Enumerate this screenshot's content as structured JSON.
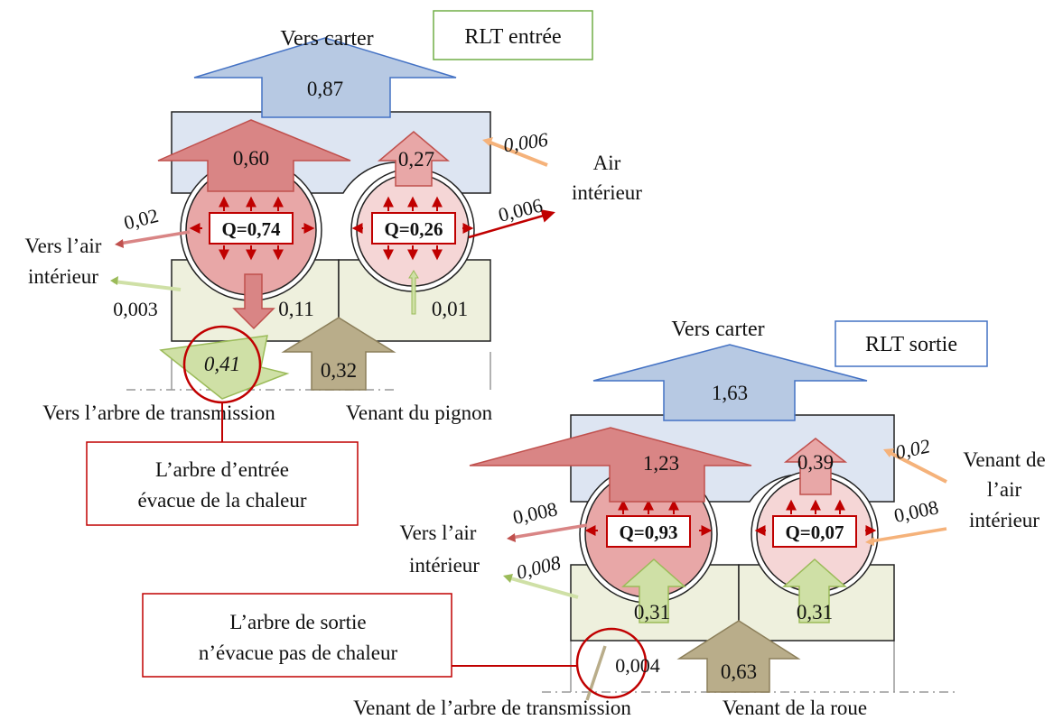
{
  "entree": {
    "title": "RLT entrée",
    "top_label": "Vers carter",
    "top_flow": "0,87",
    "left_bearing_flow": "0,60",
    "right_bearing_flow": "0,27",
    "q_left": "Q=0,74",
    "q_right": "Q=0,26",
    "carter_side_flow": "0,006",
    "right_air_flow": "0,006",
    "right_air_label_1": "Air",
    "right_air_label_2": "intérieur",
    "left_air_top_flow": "0,02",
    "left_air_label_1": "Vers l’air",
    "left_air_label_2": "intérieur",
    "left_air_bottom_flow": "0,003",
    "down_flow": "0,11",
    "right_bottom_flow": "0,01",
    "shaft_flow": "0,41",
    "pinion_flow": "0,32",
    "shaft_label": "Vers l’arbre de transmission",
    "pinion_label": "Venant du pignon",
    "callout_1": "L’arbre d’entrée",
    "callout_2": "évacue de la chaleur"
  },
  "sortie": {
    "title": "RLT sortie",
    "top_label": "Vers carter",
    "top_flow": "1,63",
    "left_bearing_flow": "1,23",
    "right_bearing_flow": "0,39",
    "q_left": "Q=0,93",
    "q_right": "Q=0,07",
    "carter_side_flow": "0,02",
    "right_air_label_1": "Venant de",
    "right_air_label_2": "l’air",
    "right_air_label_3": "intérieur",
    "right_air_flow": "0,008",
    "left_air_top_flow": "0,008",
    "left_air_label_1": "Vers l’air",
    "left_air_label_2": "intérieur",
    "left_air_bottom_flow": "0,008",
    "left_up_flow": "0,31",
    "right_up_flow": "0,31",
    "shaft_flow": "0,004",
    "wheel_flow": "0,63",
    "shaft_label": "Venant de l’arbre de transmission",
    "wheel_label": "Venant de la roue",
    "callout_1": "L’arbre de sortie",
    "callout_2": "n’évacue pas de chaleur"
  },
  "colors": {
    "blue_fill": "#dde5f2",
    "blue_arrow": "#b7c9e3",
    "red_dark": "#d98585",
    "red_light": "#f0c8c8",
    "red_line": "#c00000",
    "green_fill": "#eef0dd",
    "green_arrow": "#cfe0a6",
    "khaki": "#b9ad8a",
    "orange": "#f5b27a"
  }
}
